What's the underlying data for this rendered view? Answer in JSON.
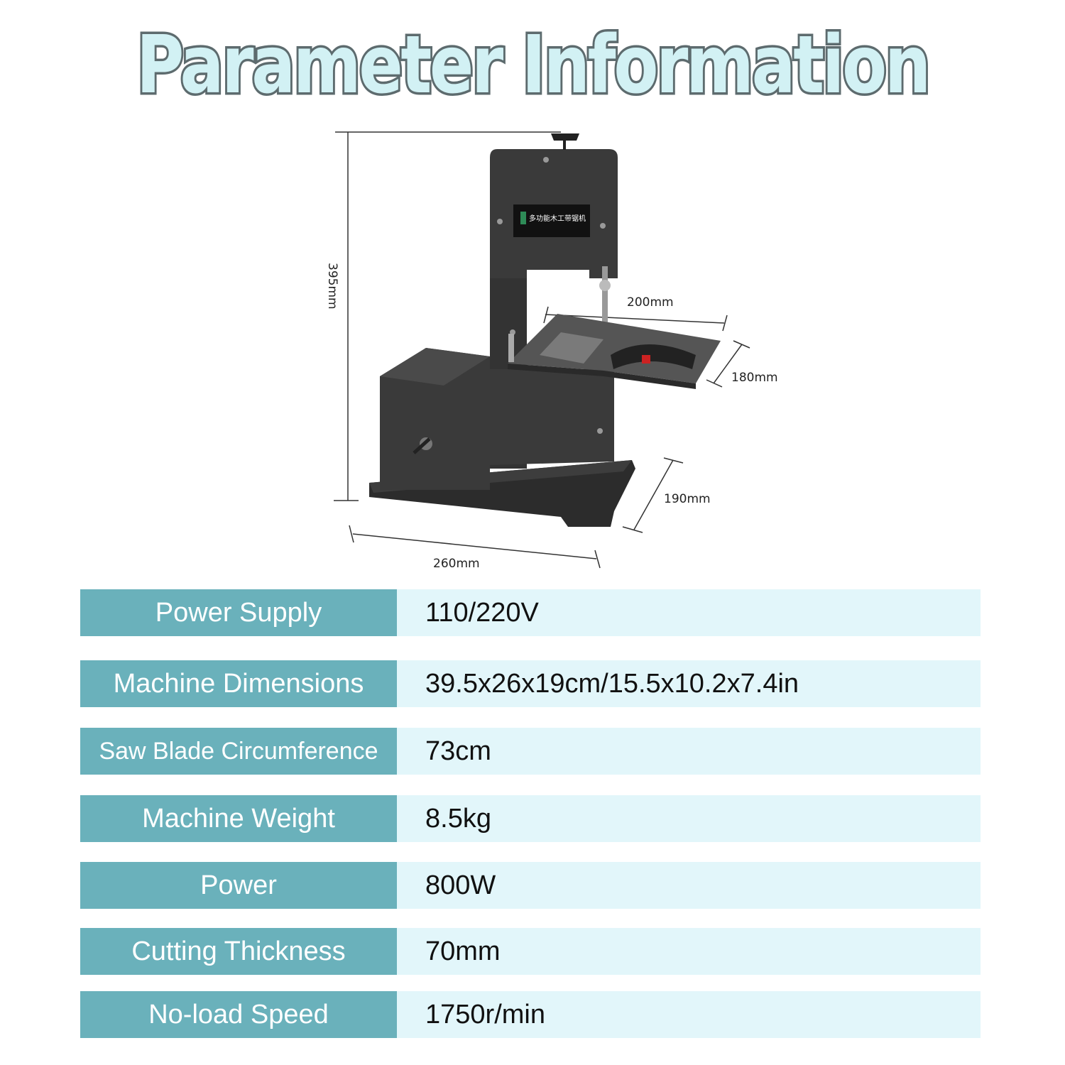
{
  "title": "Parameter Information",
  "product": {
    "brand_plate": "多功能木工带锯机",
    "dimensions": {
      "height": "395mm",
      "table_width": "200mm",
      "table_depth": "180mm",
      "base_depth": "190mm",
      "base_width": "260mm"
    }
  },
  "specs": [
    {
      "label": "Power Supply",
      "value": "110/220V"
    },
    {
      "label": "Machine Dimensions",
      "value": "39.5x26x19cm/15.5x10.2x7.4in"
    },
    {
      "label": "Saw Blade Circumference",
      "value": "73cm"
    },
    {
      "label": "Machine Weight",
      "value": "8.5kg"
    },
    {
      "label": "Power",
      "value": "800W"
    },
    {
      "label": "Cutting Thickness",
      "value": "70mm"
    },
    {
      "label": "No-load Speed",
      "value": "1750r/min"
    }
  ],
  "colors": {
    "label_bg": "#6ab1bb",
    "value_bg": "#e2f6fa",
    "title_fill": "#d2f1f4",
    "title_stroke": "#5d6b6e",
    "machine": "#3a3a3a"
  }
}
